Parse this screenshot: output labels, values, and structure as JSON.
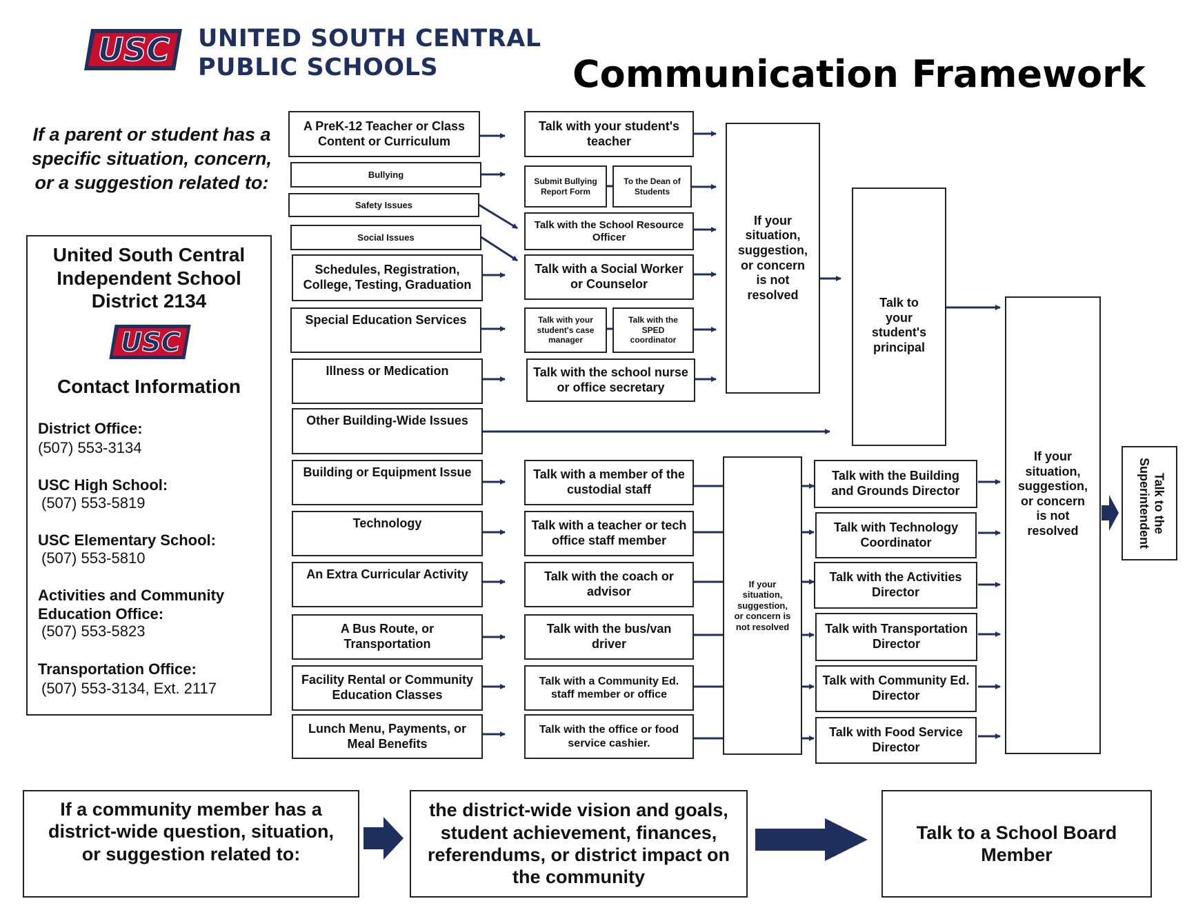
{
  "header": {
    "org_line1": "UNITED SOUTH CENTRAL",
    "org_line2": "PUBLIC SCHOOLS",
    "title": "Communication Framework",
    "logo_text": "USC"
  },
  "intro": {
    "line1": "If a parent or student has a",
    "line2": "specific situation, concern,",
    "line3": "or a suggestion related to:"
  },
  "contact": {
    "heading1": "United South Central",
    "heading2": "Independent School",
    "heading3": "District 2134",
    "subheading": "Contact Information",
    "entries": [
      {
        "label": "District Office:",
        "phone": "(507) 553-3134"
      },
      {
        "label": "USC High School:",
        "phone": "(507) 553-5819"
      },
      {
        "label": "USC Elementary School:",
        "phone": "(507) 553-5810"
      },
      {
        "label": "Activities and Community",
        "label2": "Education Office:",
        "phone": "(507) 553-5823"
      },
      {
        "label": "Transportation Office:",
        "phone": "(507) 553-3134, Ext. 2117"
      }
    ]
  },
  "topics": [
    "A PreK-12 Teacher or Class Content or Curriculum",
    "Bullying",
    "Safety Issues",
    "Social Issues",
    "Schedules, Registration, College, Testing, Graduation",
    "Special Education Services",
    "Illness or Medication",
    "Other Building-Wide Issues",
    "Building or Equipment Issue",
    "Technology",
    "An Extra Curricular Activity",
    "A Bus Route, or Transportation",
    "Facility Rental or Community Education Classes",
    "Lunch Menu, Payments, or Meal Benefits"
  ],
  "first_steps": {
    "teacher": "Talk with your student's teacher",
    "bully_form": "Submit Bullying Report Form",
    "dean": "To the Dean of Students",
    "sro": "Talk with the School Resource Officer",
    "social_worker": "Talk with a Social Worker or Counselor",
    "case_manager": "Talk with your student's case manager",
    "sped": "Talk with the SPED coordinator",
    "nurse": "Talk with the school nurse or office secretary",
    "custodial": "Talk with a member of the custodial staff",
    "tech_staff": "Talk with a teacher or tech office staff member",
    "coach": "Talk with the coach or advisor",
    "bus_driver": "Talk with the bus/van driver",
    "comm_ed_staff": "Talk with a Community Ed. staff member or office",
    "cashier": "Talk with the office or food service cashier."
  },
  "not_resolved": "If your situation, suggestion, or concern is not resolved",
  "principal": "Talk to your student's principal",
  "directors": [
    "Talk with the Building and Grounds Director",
    "Talk with Technology Coordinator",
    "Talk with the Activities Director",
    "Talk with Transportation Director",
    "Talk with Community Ed. Director",
    "Talk with Food Service Director"
  ],
  "superintendent": "Talk to the Superintendent",
  "bottom": {
    "community": "If a community member has a district-wide question, situation, or suggestion related to:",
    "topics": "the district-wide vision and goals, student achievement, finances, referendums, or district impact on the community",
    "board": "Talk to a School Board Member"
  },
  "colors": {
    "arrow": "#1f2f5e",
    "logo_red": "#c8102e",
    "logo_navy": "#1f2f5e"
  }
}
